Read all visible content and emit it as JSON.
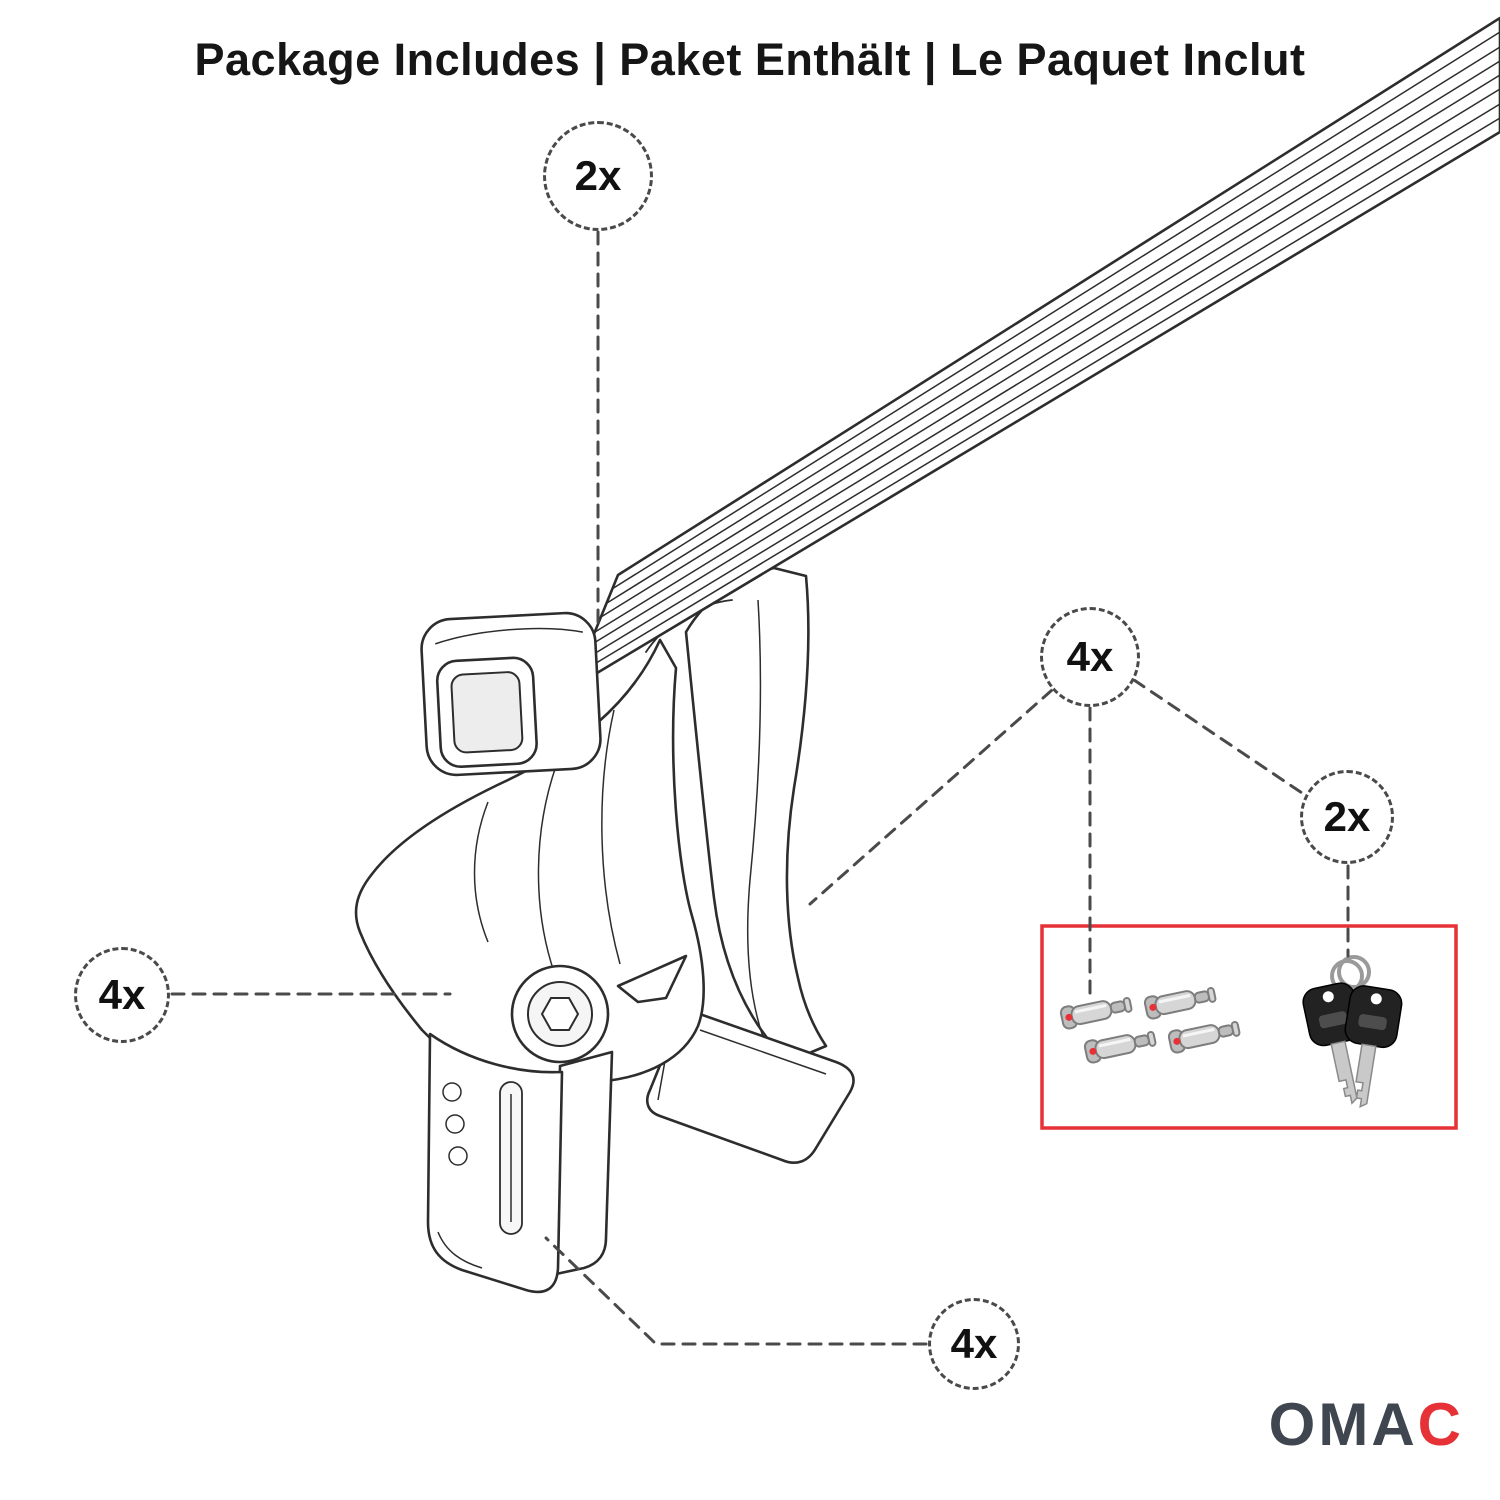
{
  "title": "Package Includes | Paket Enthält | Le Paquet Inclut",
  "callouts": {
    "crossbar": {
      "label": "2x"
    },
    "foot": {
      "label": "4x"
    },
    "locks": {
      "label": "4x"
    },
    "keys": {
      "label": "2x"
    },
    "clamp": {
      "label": "4x"
    }
  },
  "logo": {
    "text_main": "OMA",
    "text_accent": "C"
  },
  "colors": {
    "accent_red": "#e63137",
    "ink": "#2d2d2d",
    "leader": "#4a4a4a",
    "logo_gray": "#3f4650",
    "background": "#ffffff"
  }
}
